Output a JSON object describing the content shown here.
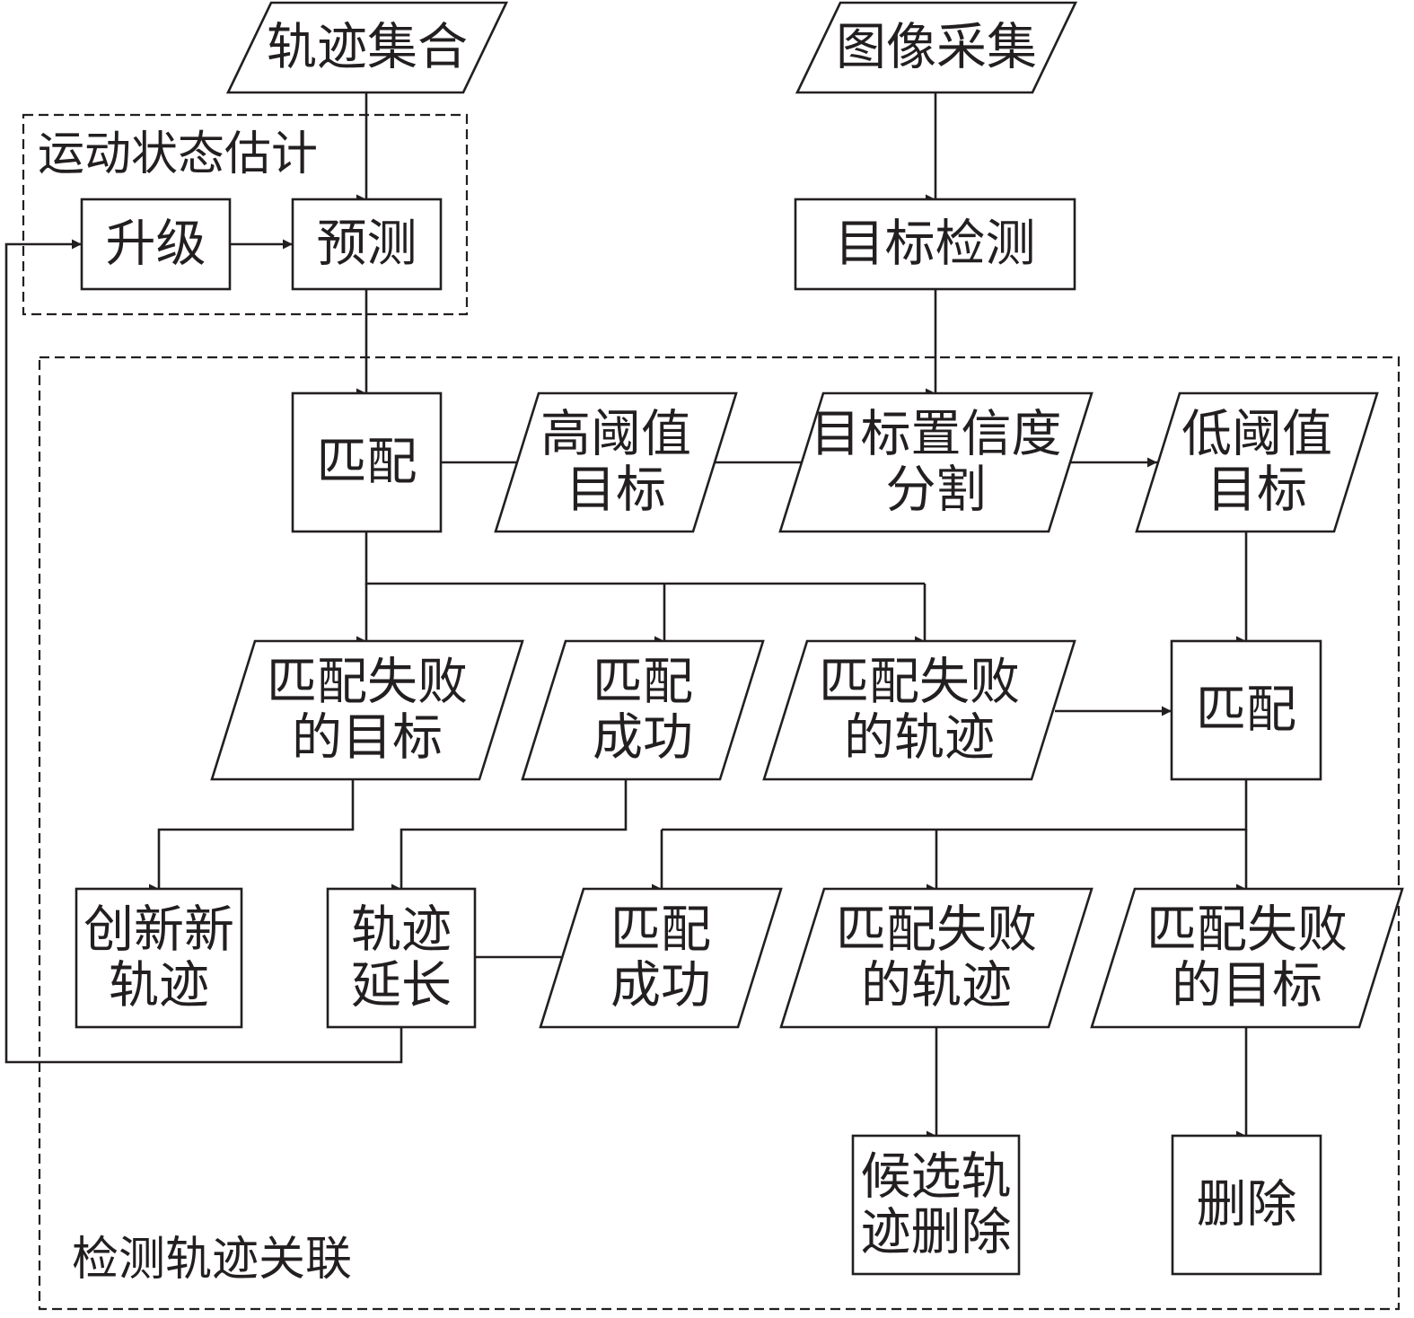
{
  "groups": {
    "motion": "运动状态估计",
    "association": "检测轨迹关联"
  },
  "nodes": {
    "track_set": [
      "轨迹集合"
    ],
    "image_capture": [
      "图像采集"
    ],
    "upgrade": [
      "升级"
    ],
    "predict": [
      "预测"
    ],
    "object_detect": [
      "目标检测"
    ],
    "match_high": [
      "匹配"
    ],
    "high_thresh": [
      "高阈值",
      "目标"
    ],
    "conf_split": [
      "目标置信度",
      "分割"
    ],
    "low_thresh": [
      "低阈值",
      "目标"
    ],
    "fail_targets_1": [
      "匹配失败",
      "的目标"
    ],
    "success_1": [
      "匹配",
      "成功"
    ],
    "fail_tracks_1": [
      "匹配失败",
      "的轨迹"
    ],
    "match_low": [
      "匹配"
    ],
    "create_track": [
      "创新新",
      "轨迹"
    ],
    "extend_track": [
      "轨迹",
      "延长"
    ],
    "success_2": [
      "匹配",
      "成功"
    ],
    "fail_tracks_2": [
      "匹配失败",
      "的轨迹"
    ],
    "fail_targets_2": [
      "匹配失败",
      "的目标"
    ],
    "delete_candidate": [
      "候选轨",
      "迹删除"
    ],
    "delete": [
      "删除"
    ]
  }
}
